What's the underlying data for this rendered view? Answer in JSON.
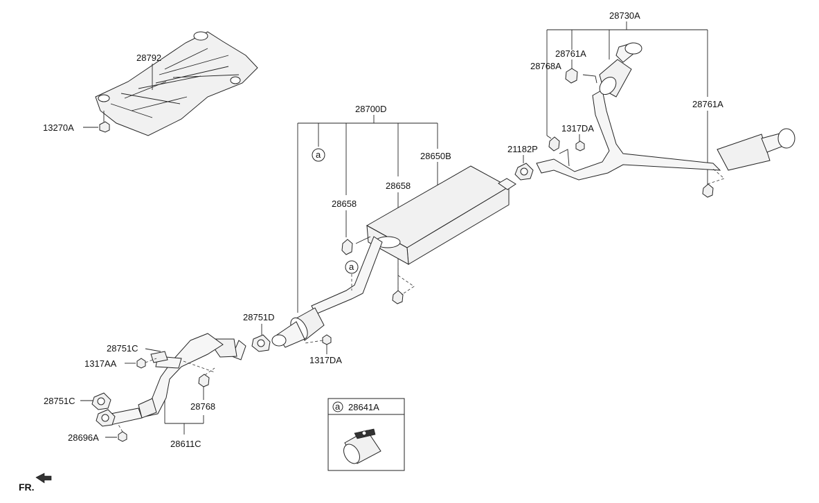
{
  "parts": {
    "heat_shield": "28792",
    "nut_heat_shield": "13270A",
    "muffler_assy": "28700D",
    "main_muffler": "28650B",
    "hanger_28658_left": "28658",
    "hanger_28658_right": "28658",
    "gasket_rear": "21182P",
    "nut_rear": "1317DA",
    "nut_front": "1317DA",
    "rear_assy": "28730A",
    "rear_hanger_top": "28761A",
    "rear_hanger_side": "28768A",
    "rear_hanger_right": "28761A",
    "gasket_center": "28751D",
    "gasket_front_top": "28751C",
    "gasket_front_bottom": "28751C",
    "nut_1317AA": "1317AA",
    "hanger_28768": "28768",
    "bolt_28696A": "28696A",
    "front_pipe": "28611C",
    "clamp_ref": "a",
    "clamp_ref_pipe": "a"
  },
  "legend_box": {
    "ref_letter": "a",
    "part_number": "28641A"
  },
  "direction_label": "FR."
}
